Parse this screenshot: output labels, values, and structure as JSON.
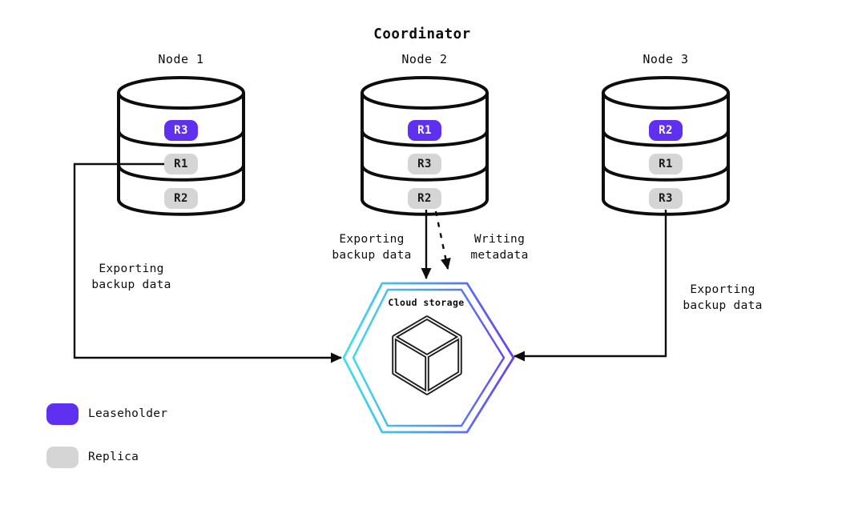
{
  "title": "Coordinator",
  "nodes": [
    {
      "label": "Node 1",
      "replicas": [
        {
          "label": "R3",
          "type": "leaseholder"
        },
        {
          "label": "R1",
          "type": "replica"
        },
        {
          "label": "R2",
          "type": "replica"
        }
      ]
    },
    {
      "label": "Node 2",
      "replicas": [
        {
          "label": "R1",
          "type": "leaseholder"
        },
        {
          "label": "R3",
          "type": "replica"
        },
        {
          "label": "R2",
          "type": "replica"
        }
      ]
    },
    {
      "label": "Node 3",
      "replicas": [
        {
          "label": "R2",
          "type": "leaseholder"
        },
        {
          "label": "R1",
          "type": "replica"
        },
        {
          "label": "R3",
          "type": "replica"
        }
      ]
    }
  ],
  "cloud": {
    "label": "Cloud storage"
  },
  "edge_labels": {
    "node1_export": "Exporting backup data",
    "node2_export": "Exporting backup data",
    "node2_metadata": "Writing metadata",
    "node3_export": "Exporting backup data"
  },
  "legend": [
    {
      "label": "Leaseholder",
      "type": "leaseholder"
    },
    {
      "label": "Replica",
      "type": "replica"
    }
  ],
  "colors": {
    "leaseholder": "#6030f0",
    "replica": "#d5d5d5",
    "stroke": "#0d0d0d",
    "cube": "#1d1d1f",
    "hex_gradient_start": "#3ee4e4",
    "hex_gradient_mid": "#4f9cf2",
    "hex_gradient_end": "#6b3df0"
  }
}
